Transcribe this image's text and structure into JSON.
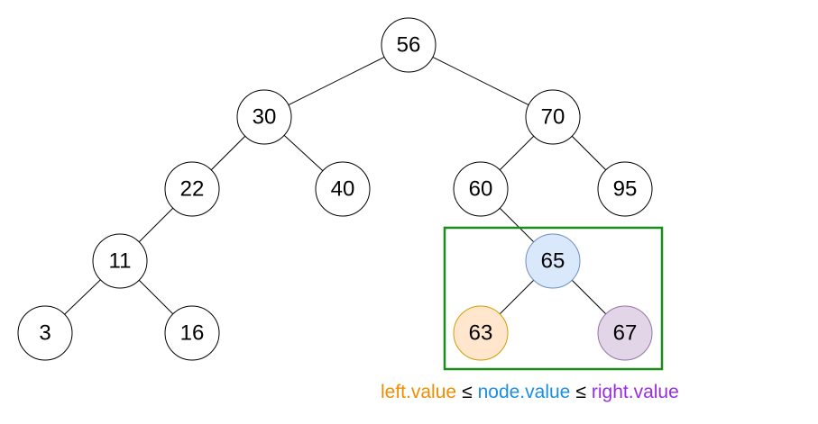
{
  "nodes": [
    {
      "id": "n56",
      "label": "56"
    },
    {
      "id": "n30",
      "label": "30"
    },
    {
      "id": "n70",
      "label": "70"
    },
    {
      "id": "n22",
      "label": "22"
    },
    {
      "id": "n40",
      "label": "40"
    },
    {
      "id": "n60",
      "label": "60"
    },
    {
      "id": "n95",
      "label": "95"
    },
    {
      "id": "n11",
      "label": "11"
    },
    {
      "id": "n65",
      "label": "65",
      "fill": "#dae8fc",
      "stroke": "#6c8ebf"
    },
    {
      "id": "n3",
      "label": "3"
    },
    {
      "id": "n16",
      "label": "16"
    },
    {
      "id": "n63",
      "label": "63",
      "fill": "#ffe6cc",
      "stroke": "#d79b00"
    },
    {
      "id": "n67",
      "label": "67",
      "fill": "#e1d5e7",
      "stroke": "#9673a6"
    }
  ],
  "edges": [
    [
      "n56",
      "n30"
    ],
    [
      "n56",
      "n70"
    ],
    [
      "n30",
      "n22"
    ],
    [
      "n30",
      "n40"
    ],
    [
      "n70",
      "n60"
    ],
    [
      "n70",
      "n95"
    ],
    [
      "n22",
      "n11"
    ],
    [
      "n60",
      "n65"
    ],
    [
      "n11",
      "n3"
    ],
    [
      "n11",
      "n16"
    ],
    [
      "n65",
      "n63"
    ],
    [
      "n65",
      "n67"
    ]
  ],
  "highlight_box": {
    "stroke": "#1a8c1a"
  },
  "legend": {
    "left": "left.value",
    "op1": "≤",
    "node": "node.value",
    "op2": "≤",
    "right": "right.value"
  },
  "colors": {
    "left": "#f28c00",
    "node": "#1a8fe3",
    "right": "#9b2de0"
  }
}
